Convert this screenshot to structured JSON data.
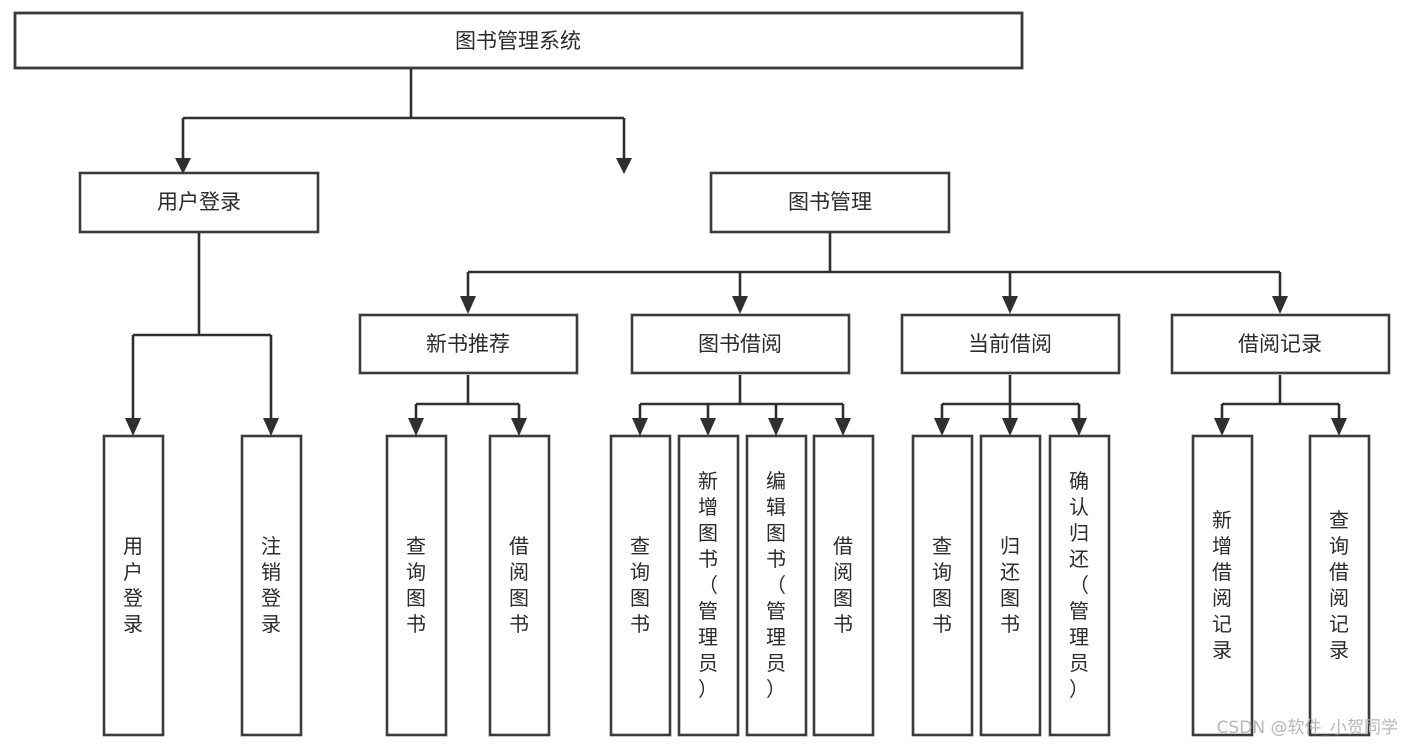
{
  "diagram": {
    "title": "图书管理系统",
    "type": "hierarchy-tree",
    "root": {
      "id": "root",
      "label": "图书管理系统"
    },
    "level2": [
      {
        "id": "user-login",
        "label": "用户登录"
      },
      {
        "id": "book-management",
        "label": "图书管理"
      }
    ],
    "level3": [
      {
        "id": "new-book-recommend",
        "label": "新书推荐",
        "parent": "book-management"
      },
      {
        "id": "book-borrow",
        "label": "图书借阅",
        "parent": "book-management"
      },
      {
        "id": "current-borrow",
        "label": "当前借阅",
        "parent": "book-management"
      },
      {
        "id": "borrow-record",
        "label": "借阅记录",
        "parent": "book-management"
      }
    ],
    "leaves": {
      "user-login": [
        {
          "id": "leaf-user-login",
          "label": "用户登录"
        },
        {
          "id": "leaf-logout",
          "label": "注销登录"
        }
      ],
      "new-book-recommend": [
        {
          "id": "leaf-query-book-1",
          "label": "查询图书"
        },
        {
          "id": "leaf-borrow-book-1",
          "label": "借阅图书"
        }
      ],
      "book-borrow": [
        {
          "id": "leaf-query-book-2",
          "label": "查询图书"
        },
        {
          "id": "leaf-add-book",
          "label": "新增图书（管理员）"
        },
        {
          "id": "leaf-edit-book",
          "label": "编辑图书（管理员）"
        },
        {
          "id": "leaf-borrow-book-2",
          "label": "借阅图书"
        }
      ],
      "current-borrow": [
        {
          "id": "leaf-query-book-3",
          "label": "查询图书"
        },
        {
          "id": "leaf-return-book",
          "label": "归还图书"
        },
        {
          "id": "leaf-confirm-return",
          "label": "确认归还（管理员）"
        }
      ],
      "borrow-record": [
        {
          "id": "leaf-add-record",
          "label": "新增借阅记录"
        },
        {
          "id": "leaf-query-record",
          "label": "查询借阅记录"
        }
      ]
    }
  },
  "watermark": {
    "text": "CSDN @软件_小贺同学"
  },
  "colors": {
    "background": "#ffffff",
    "box_fill": "#ffffff",
    "box_stroke": "#3b3b3b",
    "connector": "#2f2f2f",
    "label_text": "#2b2b2b",
    "watermark": "#b8b8b8"
  }
}
